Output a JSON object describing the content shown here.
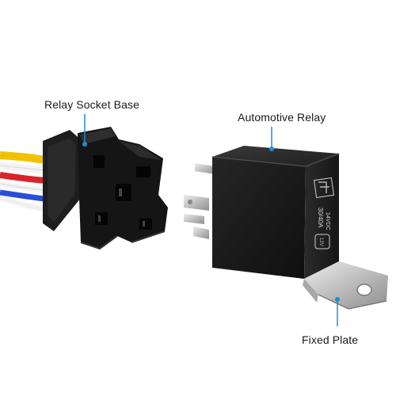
{
  "callouts": {
    "socket": "Relay Socket Base",
    "relay": "Automotive Relay",
    "plate": "Fixed Plate"
  },
  "relay_print": {
    "line1": "30/40A",
    "line2": "14VDC",
    "line3": "12V"
  },
  "colors": {
    "pointer": "#1a8fd6",
    "housing": "#1c1c1c",
    "terminal": "#c9c9c9",
    "wire_yellow": "#f2c200",
    "wire_white": "#f4f4f4",
    "wire_red": "#d9242a",
    "wire_blue": "#2a4fd6"
  }
}
